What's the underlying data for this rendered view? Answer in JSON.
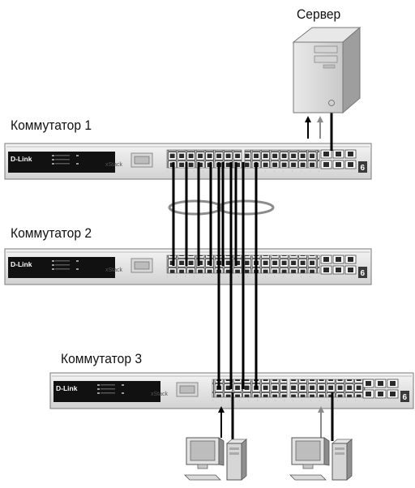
{
  "labels": {
    "server": "Сервер",
    "switch1": "Коммутатор 1",
    "switch2": "Коммутатор 2",
    "switch3": "Коммутатор 3"
  },
  "switch": {
    "brand": "D-Link",
    "model_text": "xStack",
    "unit_badge": "6"
  },
  "colors": {
    "cable": "#000000",
    "lag_ring": "#8c8c8c",
    "arrow_dark": "#000000",
    "arrow_gray": "#8a8a8a",
    "chassis": "#e6e6e6",
    "faceplate": "#111111"
  },
  "icons": {
    "server": "server-tower-icon",
    "workstation": "desktop-computer-icon"
  }
}
